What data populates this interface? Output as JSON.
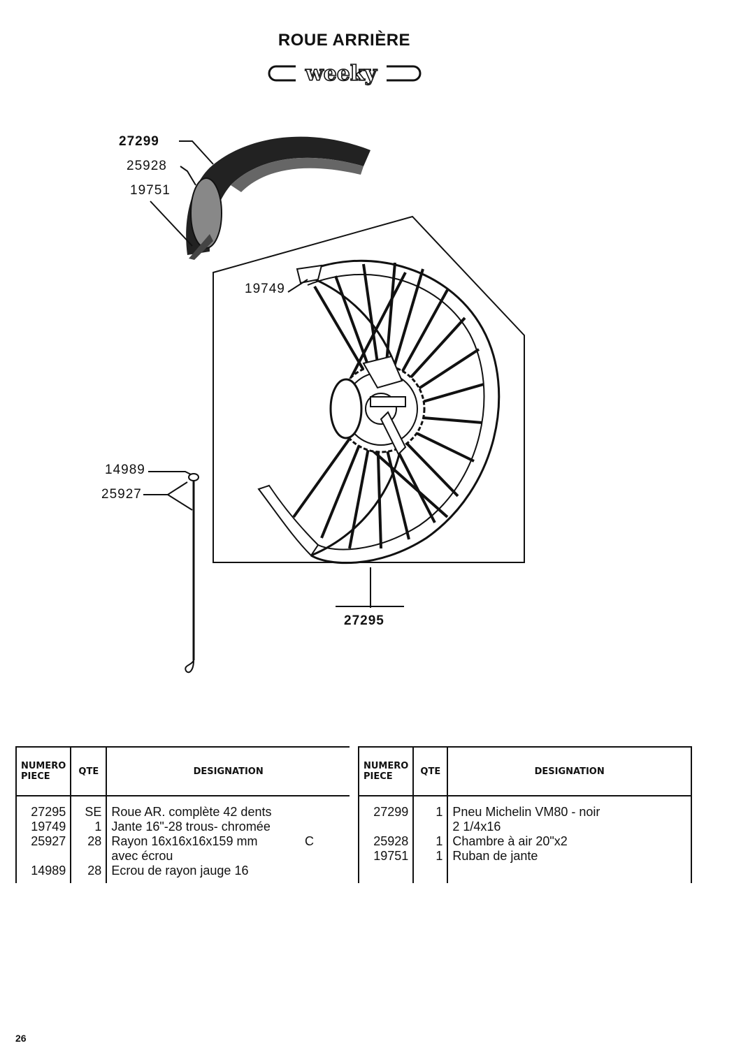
{
  "page": {
    "title": "ROUE ARRIÈRE",
    "brand_logo": "weeky",
    "page_number": "26"
  },
  "callouts": {
    "tire": "27299",
    "tube": "25928",
    "rim_tape": "19751",
    "rim": "19749",
    "spoke_nut": "14989",
    "spoke": "25927",
    "wheel": "27295"
  },
  "table_headers": {
    "numero": "NUMERO",
    "piece": "PIECE",
    "qte": "QTE",
    "designation": "DESIGNATION"
  },
  "tables": [
    {
      "rows": [
        {
          "num": "27295",
          "qte": "SE",
          "designation": "Roue AR. complète 42 dents",
          "note": ""
        },
        {
          "num": "19749",
          "qte": "1",
          "designation": "Jante 16\"-28 trous- chromée",
          "note": ""
        },
        {
          "num": "25927",
          "qte": "28",
          "designation": "Rayon 16x16x16x159 mm",
          "note": "C"
        },
        {
          "num": "",
          "qte": "",
          "designation": "avec écrou",
          "note": ""
        },
        {
          "num": "14989",
          "qte": "28",
          "designation": "Ecrou de rayon jauge 16",
          "note": ""
        }
      ]
    },
    {
      "rows": [
        {
          "num": "27299",
          "qte": "1",
          "designation": "Pneu Michelin VM80 - noir",
          "note": ""
        },
        {
          "num": "",
          "qte": "",
          "designation": "2 1/4x16",
          "note": ""
        },
        {
          "num": "25928",
          "qte": "1",
          "designation": "Chambre à air 20\"x2",
          "note": ""
        },
        {
          "num": "19751",
          "qte": "1",
          "designation": "Ruban de jante",
          "note": ""
        },
        {
          "num": "",
          "qte": "",
          "designation": "",
          "note": ""
        }
      ]
    }
  ]
}
